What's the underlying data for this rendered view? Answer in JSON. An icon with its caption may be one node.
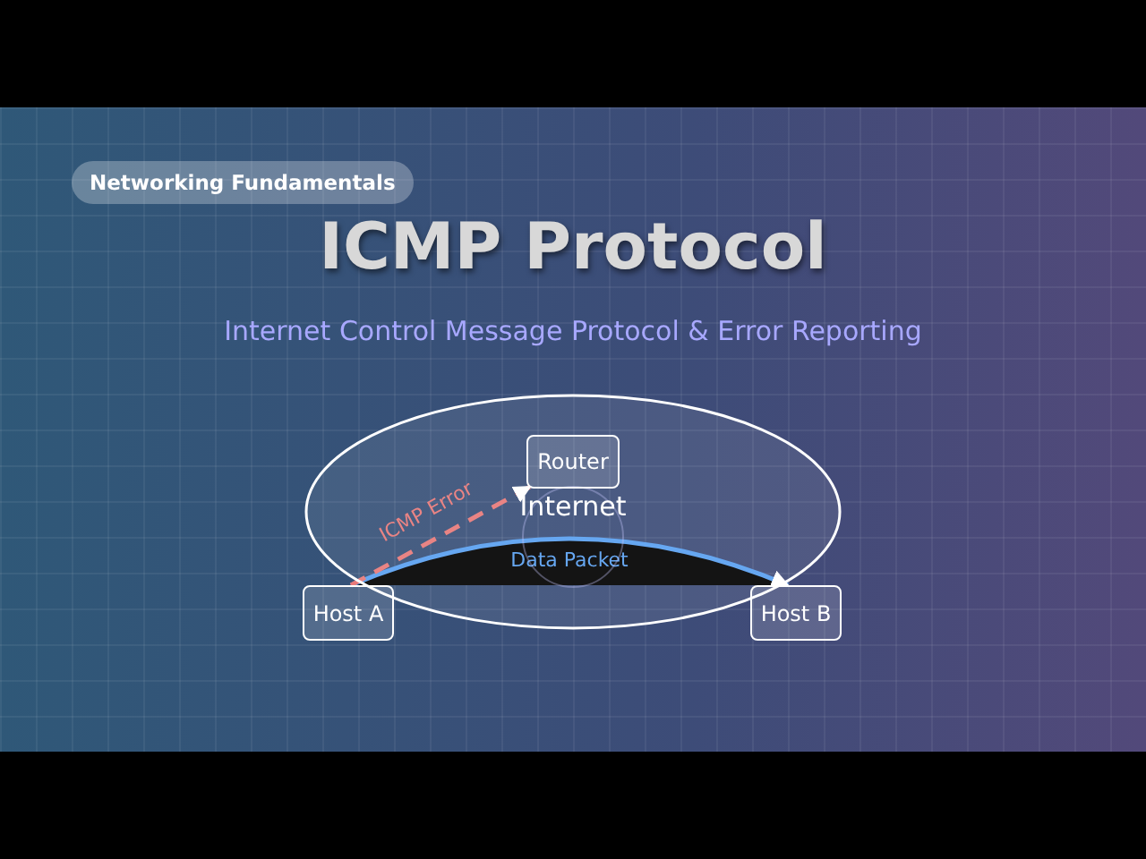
{
  "diagram": {
    "title": "ICMP Protocol",
    "nodes": [
      {
        "text": [
          "Internet"
        ]
      },
      {
        "text": [
          "Router"
        ],
        "in": 0
      },
      {
        "text": [
          "Host A"
        ]
      },
      {
        "text": [
          "Host B"
        ]
      }
    ],
    "edges": [
      {
        "from": 2,
        "to": 3,
        "arrow": "to",
        "label": "Data Packet",
        "color": "#5aa0f0"
      },
      {
        "from": 2,
        "to": 1,
        "arrow": "to",
        "label": "ICMP Error",
        "style": "dashed",
        "color": "#e87a7a"
      }
    ],
    "labels": [
      "Networking Fundamentals",
      "Internet Control Message Protocol & Error Reporting"
    ]
  }
}
